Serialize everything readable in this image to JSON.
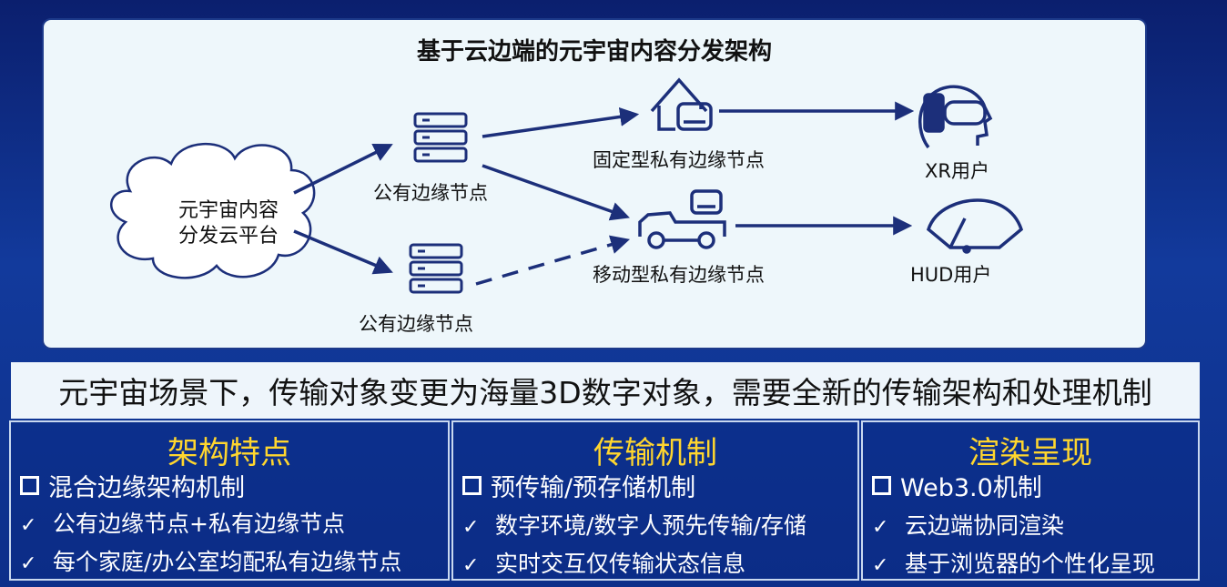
{
  "diagram": {
    "title": "基于云边端的元宇宙内容分发架构",
    "cloud": {
      "line1": "元宇宙内容",
      "line2": "分发云平台"
    },
    "public_node_top": "公有边缘节点",
    "public_node_bottom": "公有边缘节点",
    "fixed_private_node": "固定型私有边缘节点",
    "mobile_private_node": "移动型私有边缘节点",
    "xr_user": "XR用户",
    "hud_user": "HUD用户"
  },
  "banner": "元宇宙场景下，传输对象变更为海量3D数字对象，需要全新的传输架构和处理机制",
  "columns": [
    {
      "heading": "架构特点",
      "feature": "混合边缘架构机制",
      "items": [
        "公有边缘节点+私有边缘节点",
        "每个家庭/办公室均配私有边缘节点"
      ]
    },
    {
      "heading": "传输机制",
      "feature": "预传输/预存储机制",
      "items": [
        "数字环境/数字人预先传输/存储",
        "实时交互仅传输状态信息"
      ]
    },
    {
      "heading": "渲染呈现",
      "feature": "Web3.0机制",
      "items": [
        "云边端协同渲染",
        "基于浏览器的个性化呈现"
      ]
    }
  ],
  "checkmark": "✓",
  "colors": {
    "accent": "#ffd62e",
    "arrow": "#1c2f7a",
    "panel": "#eef7fb"
  }
}
